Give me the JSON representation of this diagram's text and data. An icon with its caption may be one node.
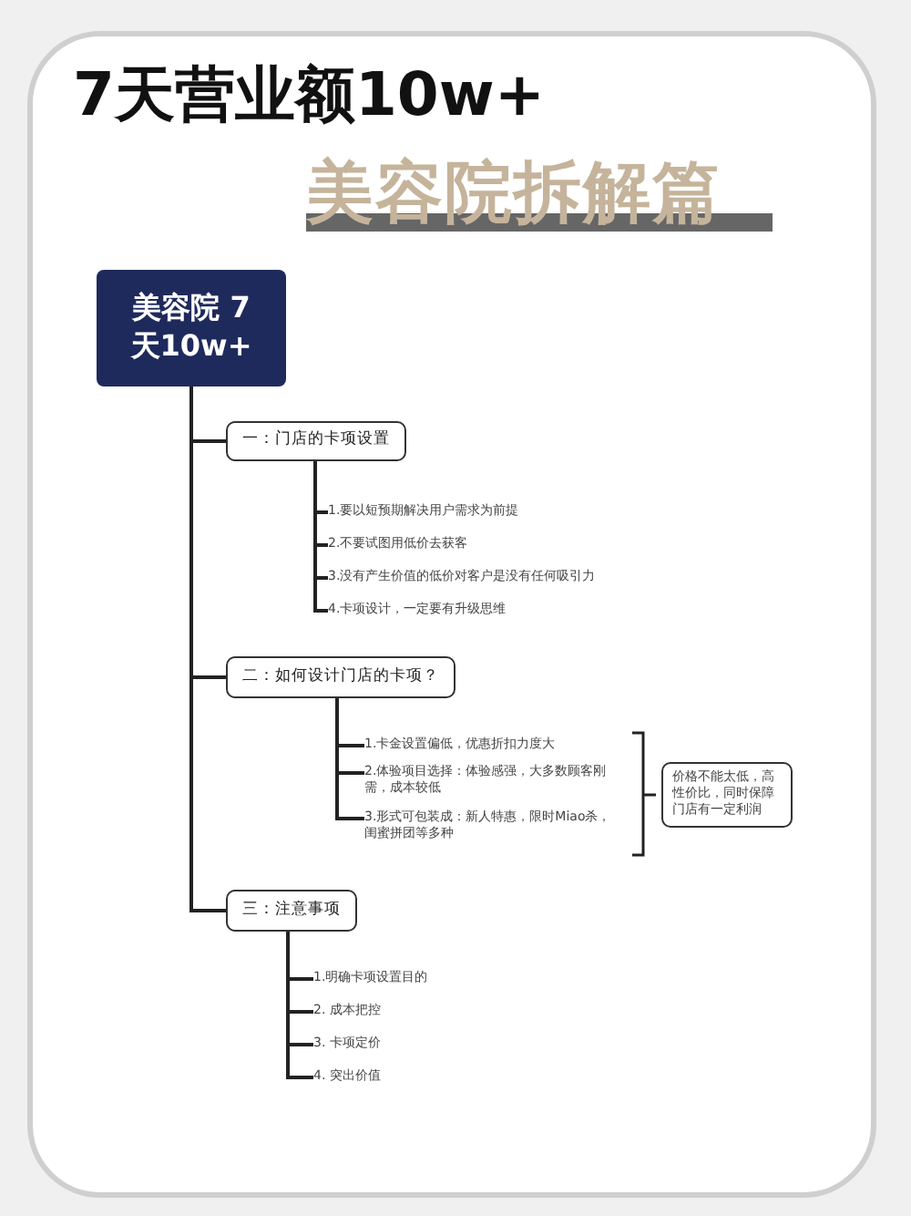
{
  "diagram": {
    "title": "7天营业额10w+",
    "nodes": [
      {
        "text": [
          "美容院 7天10w+"
        ]
      },
      {
        "text": [
          "一：门店的卡项设置"
        ]
      },
      {
        "text": [
          "1.要以短预期解决用户需求为前提"
        ]
      },
      {
        "text": [
          "2.不要试图用低价去获客"
        ]
      },
      {
        "text": [
          "3.没有产生价值的低价对客户是没有任何吸引力"
        ]
      },
      {
        "text": [
          "4.卡项设计，一定要有升级思维"
        ]
      },
      {
        "text": [
          "二：如何设计门店的卡项？"
        ]
      },
      {
        "text": [
          "1.卡金设置偏低，优惠折扣力度大"
        ]
      },
      {
        "text": [
          "2.体验项目选择：体验感强，大多数顾客刚需，成本较低"
        ]
      },
      {
        "text": [
          "3.形式可包装成：新人特惠，限时Miao杀，闺蜜拼团等多种"
        ]
      },
      {
        "text": [
          "价格不能太低，高性价比，同时保障门店有一定利润"
        ]
      },
      {
        "text": [
          "三：注意事项"
        ]
      },
      {
        "text": [
          "1.明确卡项设置目的"
        ]
      },
      {
        "text": [
          "2. 成本把控"
        ]
      },
      {
        "text": [
          "3. 卡项定价"
        ]
      },
      {
        "text": [
          "4. 突出价值"
        ]
      }
    ],
    "edges": [
      {
        "from": 0,
        "to": 1,
        "arrow": "none"
      },
      {
        "from": 0,
        "to": 6,
        "arrow": "none"
      },
      {
        "from": 0,
        "to": 11,
        "arrow": "none"
      },
      {
        "from": 1,
        "to": 2,
        "arrow": "none"
      },
      {
        "from": 1,
        "to": 3,
        "arrow": "none"
      },
      {
        "from": 1,
        "to": 4,
        "arrow": "none"
      },
      {
        "from": 1,
        "to": 5,
        "arrow": "none"
      },
      {
        "from": 6,
        "to": 7,
        "arrow": "none"
      },
      {
        "from": 6,
        "to": 8,
        "arrow": "none"
      },
      {
        "from": 6,
        "to": 9,
        "arrow": "none"
      },
      {
        "from": 11,
        "to": 12,
        "arrow": "none"
      },
      {
        "from": 11,
        "to": 13,
        "arrow": "none"
      },
      {
        "from": 11,
        "to": 14,
        "arrow": "none"
      },
      {
        "from": 11,
        "to": 15,
        "arrow": "none"
      }
    ],
    "labels": [
      "美容院拆解篇"
    ]
  }
}
